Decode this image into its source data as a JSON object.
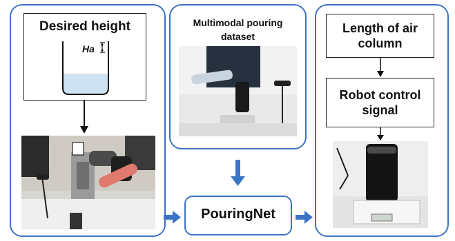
{
  "left_panel": {
    "title": "Desired height",
    "ha_label": "Ha"
  },
  "middle_panel": {
    "title": "Multimodal pouring dataset"
  },
  "pouringnet": {
    "label": "PouringNet"
  },
  "right_panel": {
    "box1": "Length of air column",
    "box2": "Robot control signal"
  },
  "photos": {
    "robot_scene": "robot-arm-pouring-photo",
    "dataset_scene": "human-pouring-photo",
    "scale_scene": "bottle-on-scale-photo"
  },
  "colors": {
    "accent": "#3b74c4",
    "border": "#222222",
    "water": "#cfe2f1"
  }
}
